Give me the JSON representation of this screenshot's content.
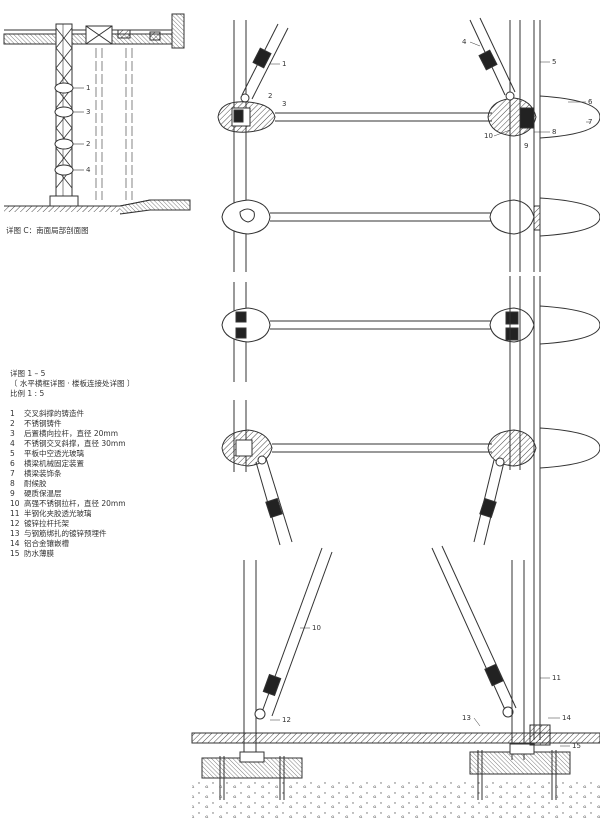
{
  "caption_c": "详图 C：南面局部剖面图",
  "detail": {
    "title": "详图 1 – 5",
    "subtitle": "〔 水平横框详图 · 楼板连接处详图 〕",
    "scale": "比例  1 : 5"
  },
  "legend": [
    {
      "num": "1",
      "text": "交叉斜撑的铸造件"
    },
    {
      "num": "2",
      "text": "不锈钢铸件"
    },
    {
      "num": "3",
      "text": "后置横向拉杆，直径 20mm"
    },
    {
      "num": "4",
      "text": "不锈钢交叉斜撑，直径 30mm"
    },
    {
      "num": "5",
      "text": "平板中空透光玻璃"
    },
    {
      "num": "6",
      "text": "横梁机械固定装置"
    },
    {
      "num": "7",
      "text": "横梁装饰条"
    },
    {
      "num": "8",
      "text": "耐候胶"
    },
    {
      "num": "9",
      "text": "硬质保温层"
    },
    {
      "num": "10",
      "text": "高强不锈钢拉杆，直径 20mm"
    },
    {
      "num": "11",
      "text": "半钢化夹胶透光玻璃"
    },
    {
      "num": "12",
      "text": "镀锌拉杆托架"
    },
    {
      "num": "13",
      "text": "与钢筋绑扎的镀锌预埋件"
    },
    {
      "num": "14",
      "text": "铝合金镶嵌槽"
    },
    {
      "num": "15",
      "text": "防水薄膜"
    }
  ],
  "callouts_section_c": [
    "1",
    "3",
    "2",
    "4"
  ],
  "callouts_top_detail": [
    "1",
    "2",
    "3",
    "4",
    "5",
    "6",
    "7",
    "8",
    "9",
    "10"
  ],
  "callouts_base_detail": [
    "10",
    "11",
    "12",
    "13",
    "14",
    "15"
  ]
}
